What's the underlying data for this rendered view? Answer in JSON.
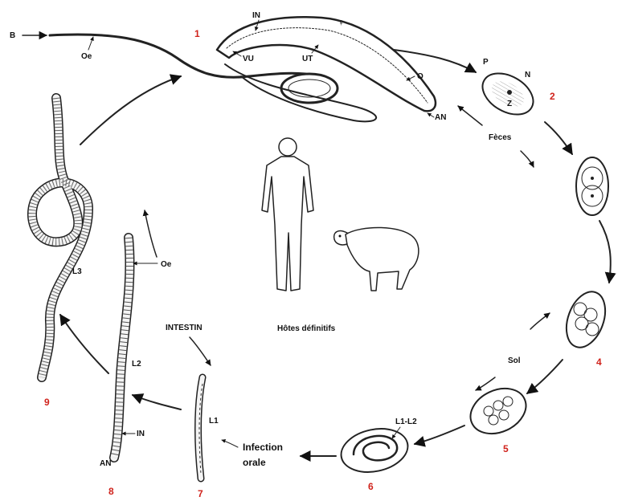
{
  "diagram": {
    "stage_numbers": [
      "1",
      "2",
      "4",
      "5",
      "6",
      "7",
      "8",
      "9"
    ],
    "adult_labels": {
      "b": "B",
      "oe": "Oe",
      "in": "IN",
      "female": "♀",
      "vu": "VU",
      "ut": "UT",
      "o": "O",
      "an": "AN"
    },
    "egg_labels": {
      "p": "P",
      "n": "N",
      "z": "Z"
    },
    "feces": "Fèces",
    "hosts": "Hôtes définitifs",
    "soil": "Sol",
    "larva_l1_l2": "L1-L2",
    "infection": [
      "Infection",
      "orale"
    ],
    "larva_l1": "L1",
    "intestin": "INTESTIN",
    "larva_l2_labels": {
      "oe": "Oe",
      "l2": "L2",
      "in": "IN",
      "an": "AN"
    },
    "larva_l3": "L3",
    "colors": {
      "stage_number": "#d0231c",
      "line": "#222222"
    }
  }
}
